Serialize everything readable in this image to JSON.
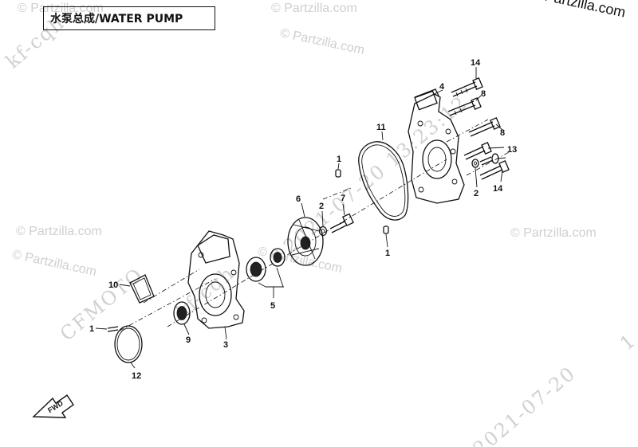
{
  "header": {
    "title": "水泵总成/WATER PUMP",
    "credit": "© Partzilla.com"
  },
  "watermarks": {
    "site": "© Partzilla.com",
    "corner_code": "kf-cqh",
    "brand": "CFMOTO",
    "user": "kf-cqh",
    "stamp": "2021-07-20 13:23:12",
    "stamp_short": "2021-07-20",
    "stamp_edge": "1"
  },
  "fwd_label": "FWD",
  "callouts": [
    {
      "id": "c14a",
      "text": "14"
    },
    {
      "id": "c8a",
      "text": "8"
    },
    {
      "id": "c4",
      "text": "4"
    },
    {
      "id": "c8b",
      "text": "8"
    },
    {
      "id": "c13",
      "text": "13"
    },
    {
      "id": "c14b",
      "text": "14"
    },
    {
      "id": "c2a",
      "text": "2"
    },
    {
      "id": "c11",
      "text": "11"
    },
    {
      "id": "c1a",
      "text": "1"
    },
    {
      "id": "c7",
      "text": "7"
    },
    {
      "id": "c2b",
      "text": "2"
    },
    {
      "id": "c6",
      "text": "6"
    },
    {
      "id": "c1b",
      "text": "1"
    },
    {
      "id": "c10",
      "text": "10"
    },
    {
      "id": "c5",
      "text": "5"
    },
    {
      "id": "c1c",
      "text": "1"
    },
    {
      "id": "c9",
      "text": "9"
    },
    {
      "id": "c3",
      "text": "3"
    },
    {
      "id": "c12",
      "text": "12"
    }
  ]
}
